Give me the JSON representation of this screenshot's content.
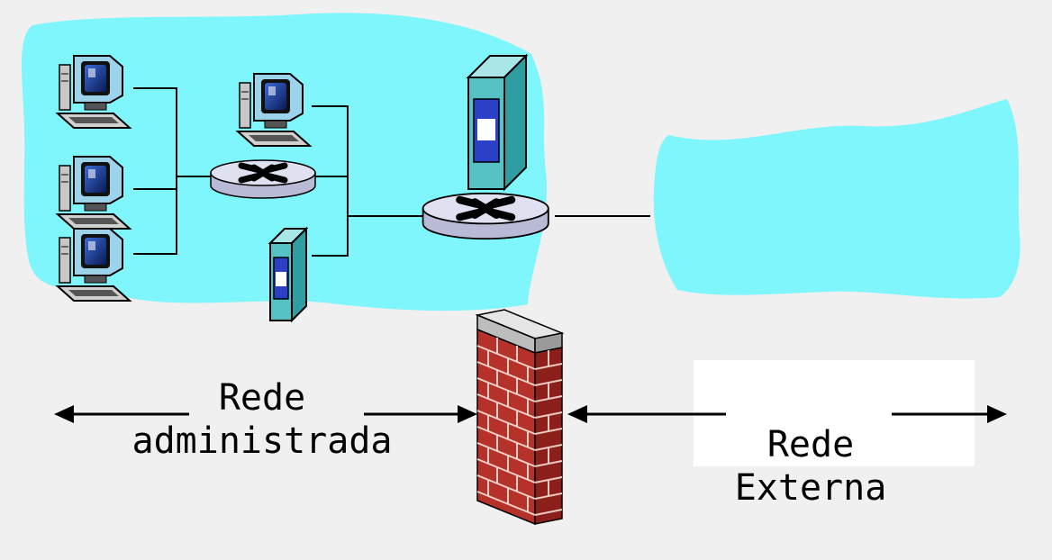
{
  "colors": {
    "background": "#f0f0f0",
    "network_cloud": "#7ef6fb",
    "router_body": "#d6d8ec",
    "server_body": "#56c2c6",
    "brick": "#b5312a",
    "wall_cap": "#bdbdbd",
    "lines": "#000000"
  },
  "labels": {
    "managed_network": [
      "Rede",
      "administrada"
    ],
    "external_network": [
      "Rede",
      "Externa"
    ]
  },
  "icons": [
    "computer-icon",
    "router-icon",
    "server-icon",
    "firewall-icon",
    "double-arrow-icon"
  ]
}
